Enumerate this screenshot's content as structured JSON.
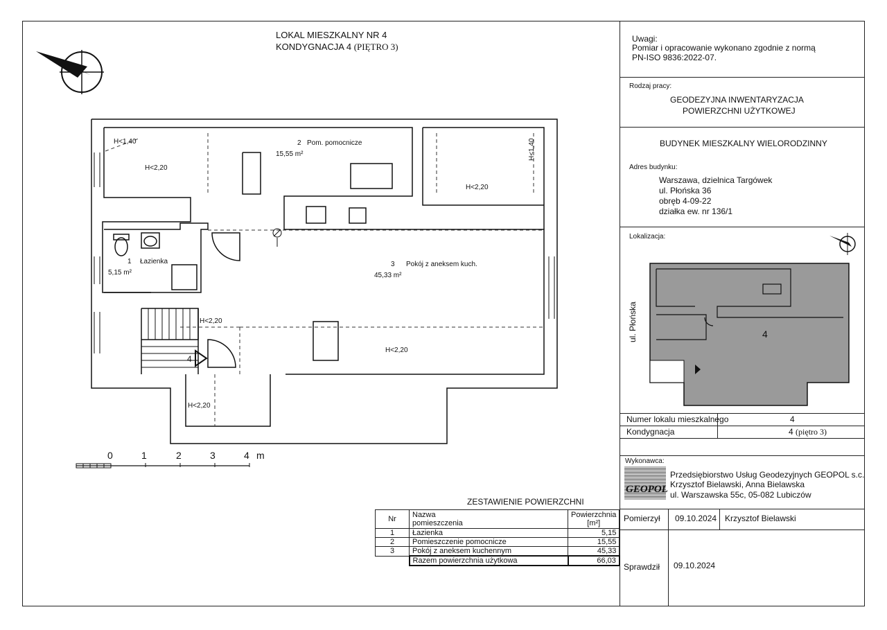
{
  "header": {
    "title_line1": "LOKAL MIESZKALNY NR 4",
    "title_line2_prefix": "KONDYGNACJA 4",
    "title_line2_suffix": "(PIĘTRO 3)"
  },
  "notes": {
    "label": "Uwagi:",
    "line1": "Pomiar i opracowanie wykonano zgodnie z normą",
    "line2": "PN-ISO 9836:2022-07."
  },
  "work": {
    "label": "Rodzaj pracy:",
    "line1": "GEODEZYJNA INWENTARYZACJA",
    "line2": "POWIERZCHNI UŻYTKOWEJ"
  },
  "building": {
    "title": "BUDYNEK MIESZKALNY WIELORODZINNY",
    "address_label": "Adres budynku:",
    "addr1": "Warszawa, dzielnica Targówek",
    "addr2": "ul. Płońska 36",
    "addr3": "obręb 4-09-22",
    "addr4": "działka ew. nr 136/1"
  },
  "location": {
    "label": "Lokalizacja:",
    "street": "ul. Płońska",
    "unit_number": "4"
  },
  "info_rows": [
    {
      "label": "Numer lokalu mieszkalnego",
      "value": "4"
    },
    {
      "label": "Kondygnacja",
      "value": "4",
      "value_suffix": "(piętro 3)"
    }
  ],
  "contractor": {
    "label": "Wykonawca:",
    "line1": "Przedsiębiorstwo Usług Geodezyjnych GEOPOL s.c.",
    "line2": "Krzysztof Bielawski, Anna Bielawska",
    "line3": "ul. Warszawska 55c, 05-082 Lubiczów",
    "logo_text": "GEOPOL"
  },
  "signoff": {
    "measured_label": "Pomierzył",
    "measured_date": "09.10.2024",
    "measured_by": "Krzysztof Bielawski",
    "checked_label": "Sprawdził",
    "checked_date": "09.10.2024"
  },
  "scale": {
    "ticks": [
      "0",
      "1",
      "2",
      "3",
      "4"
    ],
    "unit": "m"
  },
  "plan": {
    "rooms": [
      {
        "number": "1",
        "name": "Łazienka",
        "area": "5,15 m²"
      },
      {
        "number": "2",
        "name": "Pom. pomocnicze",
        "area": "15,55 m²"
      },
      {
        "number": "3",
        "name": "Pokój z aneksem kuch.",
        "area": "45,33 m²"
      }
    ],
    "heights": {
      "h140": "H<1,40",
      "h220": "H<2,20"
    },
    "stair_number": "4"
  },
  "summary": {
    "title": "ZESTAWIENIE POWIERZCHNI",
    "col_nr": "Nr",
    "col_name_line1": "Nazwa",
    "col_name_line2": "pomieszczenia",
    "col_area_line1": "Powierzchnia",
    "col_area_line2": "[m²]",
    "rows": [
      {
        "nr": "1",
        "name": "Łazienka",
        "area": "5,15"
      },
      {
        "nr": "2",
        "name": "Pomieszczenie pomocnicze",
        "area": "15,55"
      },
      {
        "nr": "3",
        "name": "Pokój z aneksem kuchennym",
        "area": "45,33"
      }
    ],
    "total_label": "Razem powierzchnia użytkowa",
    "total_value": "66,03"
  }
}
